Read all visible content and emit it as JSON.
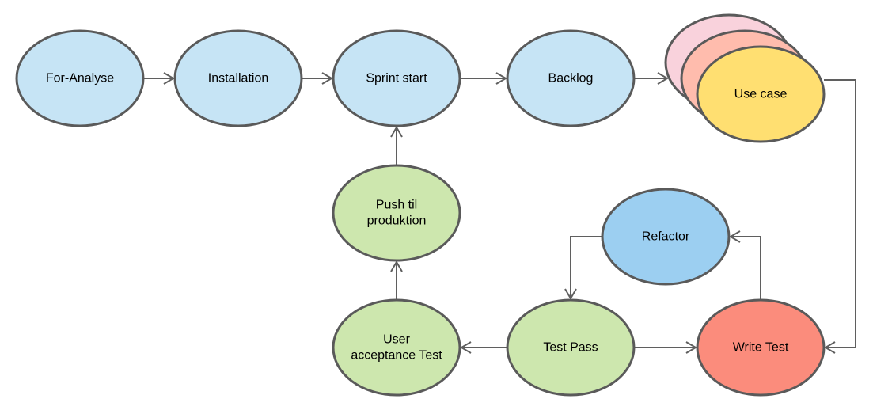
{
  "colors": {
    "blue": "#c6e4f5",
    "green": "#cde7ae",
    "red": "#fb8c7c",
    "refactor_blue": "#9ccff1",
    "yellow": "#ffdf71",
    "stack_pink": "#f9d2dc",
    "stack_salmon": "#ffbcad",
    "edge": "#5f5f5f",
    "border": "#5a5a5a"
  },
  "nodes": {
    "for_analyse": {
      "lines": [
        "For-Analyse"
      ]
    },
    "installation": {
      "lines": [
        "Installation"
      ]
    },
    "sprint_start": {
      "lines": [
        "Sprint start"
      ]
    },
    "backlog": {
      "lines": [
        "Backlog"
      ]
    },
    "use_case": {
      "lines": [
        "Use case"
      ]
    },
    "push_til_produktion": {
      "lines": [
        "Push til",
        "produktion"
      ]
    },
    "refactor": {
      "lines": [
        "Refactor"
      ]
    },
    "user_acceptance_test": {
      "lines": [
        "User",
        "acceptance Test"
      ]
    },
    "test_pass": {
      "lines": [
        "Test Pass"
      ]
    },
    "write_test": {
      "lines": [
        "Write Test"
      ]
    }
  },
  "edges": [
    {
      "from": "for_analyse",
      "to": "installation"
    },
    {
      "from": "installation",
      "to": "sprint_start"
    },
    {
      "from": "sprint_start",
      "to": "backlog"
    },
    {
      "from": "backlog",
      "to": "use_case"
    },
    {
      "from": "use_case",
      "to": "write_test"
    },
    {
      "from": "write_test",
      "to": "refactor"
    },
    {
      "from": "refactor",
      "to": "test_pass"
    },
    {
      "from": "test_pass",
      "to": "write_test"
    },
    {
      "from": "test_pass",
      "to": "user_acceptance_test"
    },
    {
      "from": "user_acceptance_test",
      "to": "push_til_produktion"
    },
    {
      "from": "push_til_produktion",
      "to": "sprint_start"
    }
  ]
}
